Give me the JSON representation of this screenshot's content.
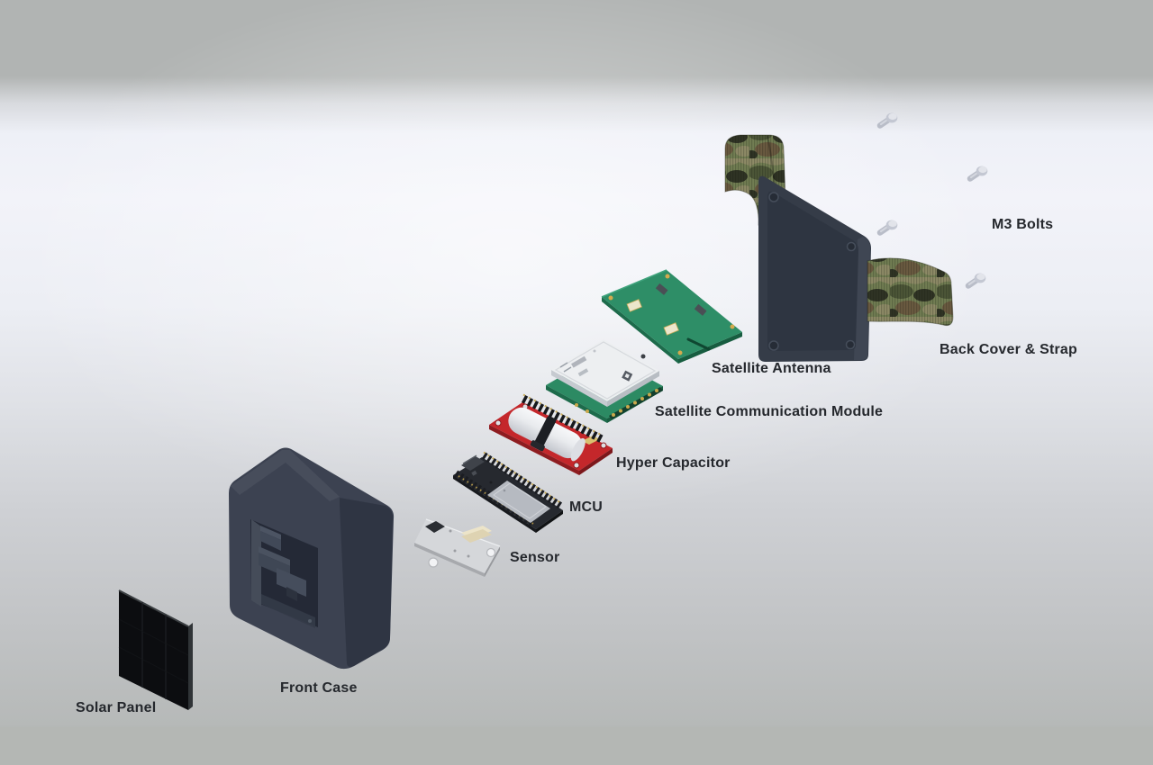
{
  "diagram": {
    "type": "exploded-assembly-diagram",
    "part_count": 9
  },
  "labels": {
    "solar_panel": "Solar Panel",
    "front_case": "Front Case",
    "sensor": "Sensor",
    "mcu": "MCU",
    "hyper_capacitor": "Hyper Capacitor",
    "satellite_communication_module": "Satellite Communication Module",
    "satellite_antenna": "Satellite Antenna",
    "back_cover_strap": "Back Cover & Strap",
    "m3_bolts": "M3 Bolts"
  },
  "colors": {
    "band_gray": "#b2b5b4",
    "background_light": "#f2f3f9",
    "label_text": "#25282d",
    "case_dark_slate": "#3b4251",
    "solar_black": "#0c0d10",
    "pcb_red": "#c4272b",
    "pcb_green": "#2e8e67",
    "module_white": "#edeff1",
    "camo_olive": "#717d52",
    "bolt_gray": "#c3c7d2",
    "gold_pad": "#c9a84c"
  }
}
